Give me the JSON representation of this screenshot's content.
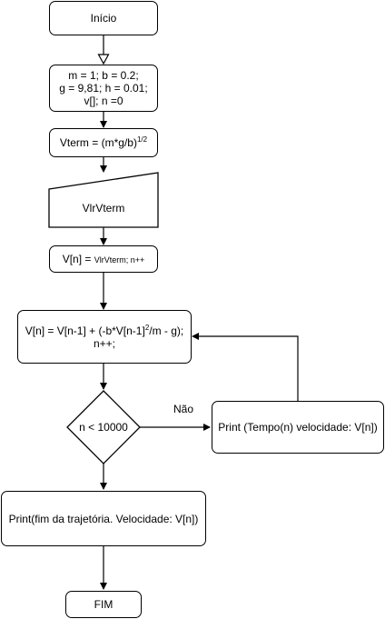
{
  "flowchart": {
    "start": "Início",
    "init": {
      "line1": "m = 1; b = 0.2;",
      "line2": "g = 9,81; h = 0.01;",
      "line3": "v[]; n =0"
    },
    "vterm": {
      "base": "Vterm = (m*g/b)",
      "exp": "1/2"
    },
    "input": "VlrVterm",
    "assign": {
      "prefix": "V[n] = ",
      "rest": "VlrVterm; n++"
    },
    "loop": {
      "part1": "V[n] = V[n-1] + (-b*V[n-1]",
      "exp": "2",
      "part2": "/m - g);",
      "line2": "n++;"
    },
    "decision": "n < 10000",
    "branch_label": "Não",
    "print_step": "Print (Tempo(n) velocidade: V[n])",
    "print_final": "Print(fim da trajetória. Velocidade: V[n])",
    "end": "FIM"
  }
}
